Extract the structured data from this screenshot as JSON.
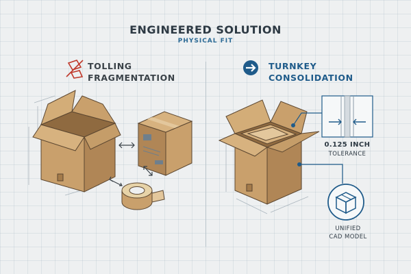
{
  "header": {
    "title": "ENGINEERED SOLUTION",
    "subtitle": "PHYSICAL FIT"
  },
  "left": {
    "label_line1": "TOLLING",
    "label_line2": "FRAGMENTATION",
    "icon": "broken-parts-icon"
  },
  "right": {
    "label_line1": "TURNKEY",
    "label_line2": "CONSOLIDATION",
    "icon": "arrow-right-icon",
    "tolerance_value": "0.125 INCH",
    "tolerance_label": "TOLERANCE",
    "cad_line1": "UNIFIED",
    "cad_line2": "CAD MODEL",
    "cad_icon": "cube-model-icon"
  },
  "colors": {
    "accent": "#1f5b8a",
    "alert": "#c0392b",
    "cardboard": "#c9a06c"
  }
}
